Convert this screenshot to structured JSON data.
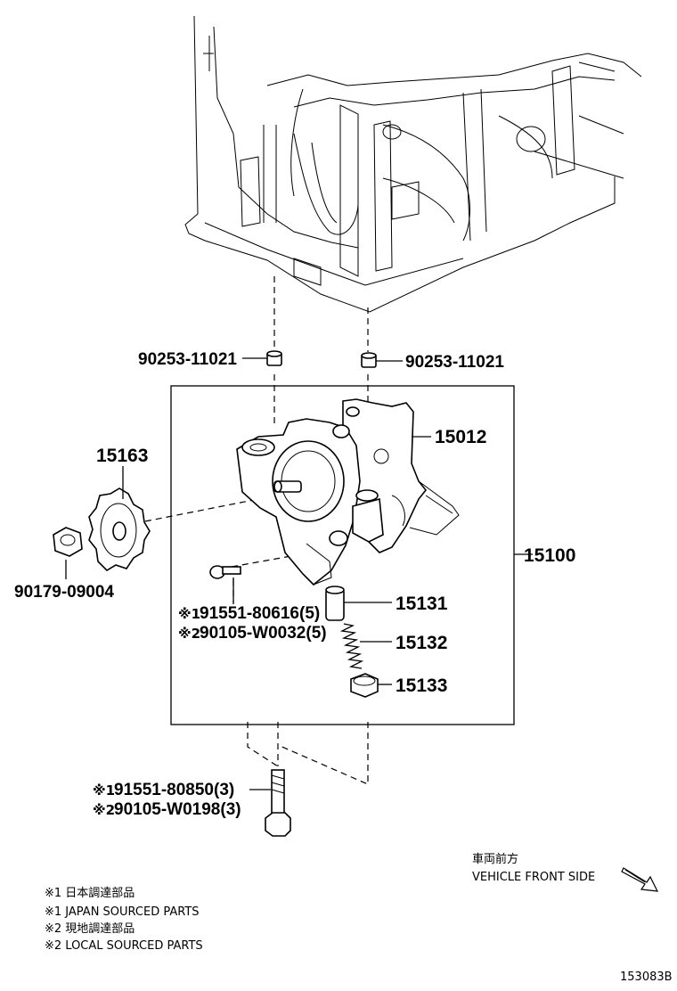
{
  "callouts": {
    "dowel_left": "90253-11021",
    "dowel_right": "90253-11021",
    "sprocket": "15163",
    "nut": "90179-09004",
    "cover": "15012",
    "pump_assy": "15100",
    "bolt_small_1_mark": "※1",
    "bolt_small_1": "91551-80616(5)",
    "bolt_small_2_mark": "※2",
    "bolt_small_2": "90105-W0032(5)",
    "valve": "15131",
    "spring": "15132",
    "plug": "15133",
    "bolt_long_1_mark": "※1",
    "bolt_long_1": "91551-80850(3)",
    "bolt_long_2_mark": "※2",
    "bolt_long_2": "90105-W0198(3)"
  },
  "direction": {
    "jp": "車両前方",
    "en": "VEHICLE FRONT SIDE",
    "icon": "arrow-down-right-icon"
  },
  "legend": [
    "※1 日本調達部品",
    "※1 JAPAN SOURCED PARTS",
    "※2 現地調達部品",
    "※2 LOCAL SOURCED PARTS"
  ],
  "figure_id": "153083B"
}
